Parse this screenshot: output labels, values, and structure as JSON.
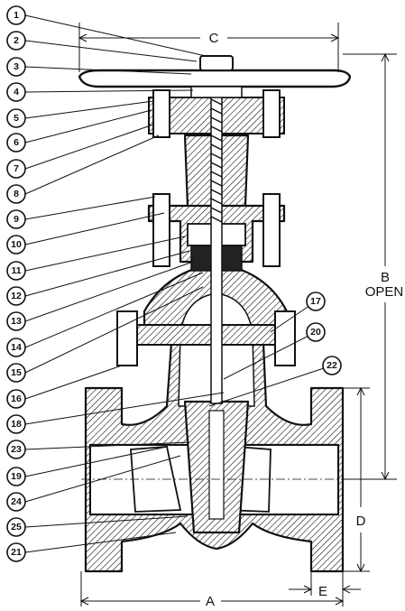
{
  "dimensions": {
    "A": "A",
    "B": "B",
    "B_note": "OPEN",
    "C": "C",
    "D": "D",
    "E": "E"
  },
  "callouts": [
    "1",
    "2",
    "3",
    "4",
    "5",
    "6",
    "7",
    "8",
    "9",
    "10",
    "11",
    "12",
    "13",
    "14",
    "15",
    "16",
    "17",
    "18",
    "19",
    "20",
    "21",
    "22",
    "23",
    "24",
    "25"
  ],
  "colors": {
    "ink": "#111111",
    "paper": "#ffffff"
  }
}
